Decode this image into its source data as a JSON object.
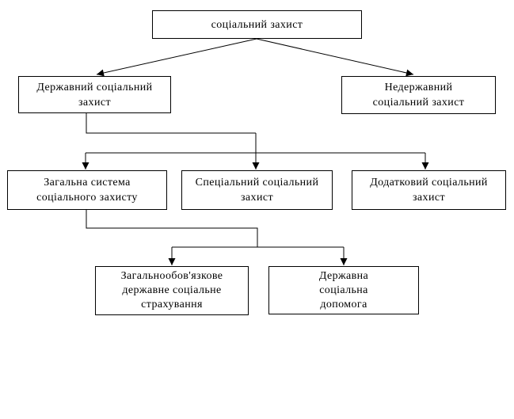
{
  "diagram": {
    "language": "Ukrainian",
    "nodes": {
      "root": {
        "label": "соціальний захист"
      },
      "state": {
        "label": "Державний соціальний\nзахист"
      },
      "nonstate": {
        "label": "Недержавний\nсоціальний захист"
      },
      "general": {
        "label": "Загальна система\nсоціального захисту"
      },
      "special": {
        "label": "Спеціальний соціальний\nзахист"
      },
      "additional": {
        "label": "Додатковий соціальний\nзахист"
      },
      "insurance": {
        "label": "Загальнообов'язкове\nдержавне соціальне\nстрахування"
      },
      "assistance": {
        "label": "Державна\nсоціальна\nдопомога"
      }
    },
    "colors": {
      "background": "#ffffff",
      "box_fill": "#ffffff",
      "box_border": "#000000",
      "line": "#000000",
      "text": "#000000"
    }
  }
}
